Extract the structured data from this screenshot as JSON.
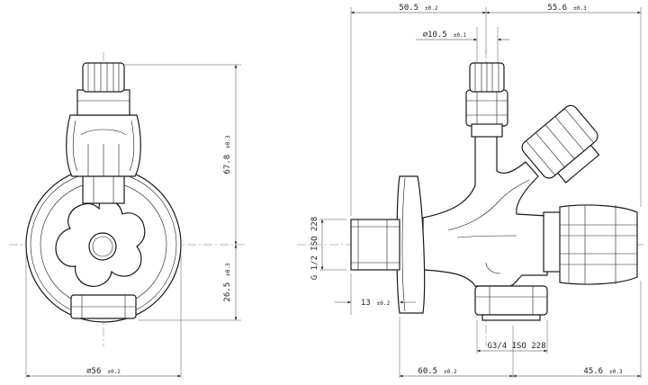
{
  "dimensions": {
    "left_view": {
      "diameter": {
        "value": "⌀56",
        "tol": "±0.2"
      },
      "height_upper": {
        "value": "67.8",
        "tol": "±0.3"
      },
      "height_lower": {
        "value": "26.5",
        "tol": "±0.3"
      }
    },
    "right_view": {
      "top_left": {
        "value": "50.5",
        "tol": "±0.2"
      },
      "top_right": {
        "value": "55.6",
        "tol": "±0.3"
      },
      "bore": {
        "value": "⌀10.5",
        "tol": "±0.1"
      },
      "thread_inlet": {
        "value": "G 1/2 ISO 228"
      },
      "inlet_length": {
        "value": "13",
        "tol": "±0.2"
      },
      "thread_outlet": {
        "value": "G3/4 ISO 228"
      },
      "bottom_left": {
        "value": "60.5",
        "tol": "±0.2"
      },
      "bottom_right": {
        "value": "45.6",
        "tol": "±0.3"
      }
    }
  }
}
